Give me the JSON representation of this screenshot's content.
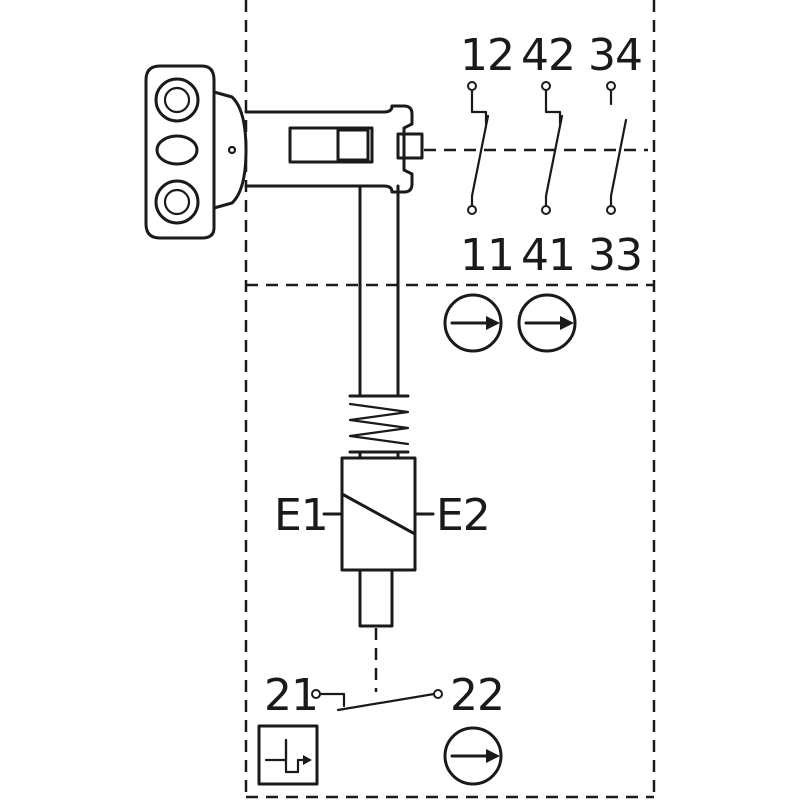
{
  "diagram": {
    "top_terminals": [
      "12",
      "42",
      "34"
    ],
    "bottom_terminals": [
      "11",
      "41",
      "33"
    ],
    "coil_left_label": "E1",
    "coil_right_label": "E2",
    "aux_left_label": "21",
    "aux_right_label": "22",
    "line_color": "#1a1a1a",
    "background_color": "#ffffff",
    "icons": [
      "positive-opening-arrow-icon",
      "positive-opening-arrow-icon",
      "positive-opening-arrow-icon",
      "delayed-return-symbol-icon"
    ]
  }
}
